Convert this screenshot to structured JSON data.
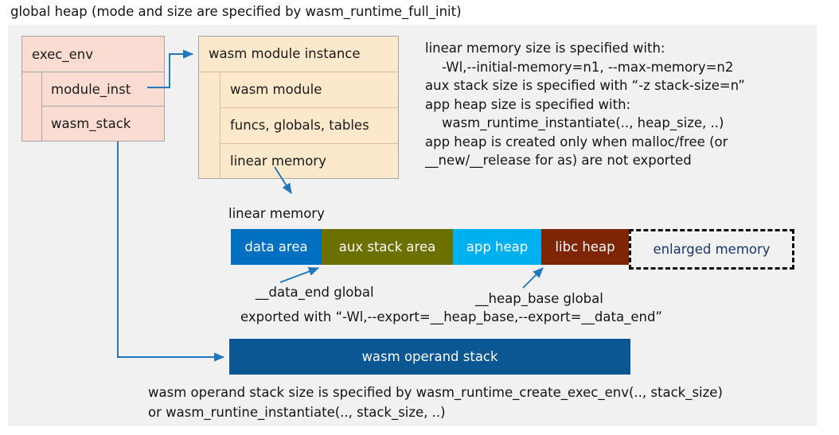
{
  "title": "global heap (mode and size are specified by wasm_runtime_full_init)",
  "exec_env": {
    "header": "exec_env",
    "rows": [
      {
        "label": "module_inst"
      },
      {
        "label": "wasm_stack"
      }
    ]
  },
  "wasm_module_instance": {
    "header": "wasm module instance",
    "rows": [
      {
        "label": "wasm module"
      },
      {
        "label": "funcs, globals, tables"
      },
      {
        "label": "linear memory"
      }
    ]
  },
  "notes": "linear memory size is specified with:\n    -Wl,--initial-memory=n1, --max-memory=n2\naux stack size is specified with “-z stack-size=n”\napp heap size is specified with:\n    wasm_runtime_instantiate(.., heap_size, ..)\napp heap is created only when malloc/free (or\n__new/__release for as) are not exported",
  "linear_memory": {
    "label": "linear memory",
    "segments": [
      {
        "label": "data area",
        "color": "#0270c0"
      },
      {
        "label": "aux stack area",
        "color": "#6b7001"
      },
      {
        "label": "app heap",
        "color": "#00b1f0"
      },
      {
        "label": "libc heap",
        "color": "#7e2506"
      },
      {
        "label": "enlarged memory",
        "color": "#f1f1f1"
      }
    ]
  },
  "annotations": {
    "data_end": "__data_end global",
    "heap_base": "__heap_base global",
    "exported_with": "exported with “-Wl,--export=__heap_base,--export=__data_end”"
  },
  "operand_stack": {
    "label": "wasm operand stack",
    "color": "#0b5794"
  },
  "bottom_notes": "wasm operand stack size is specified by wasm_runtime_create_exec_env(.., stack_size)\nor wasm_runtine_instantiate(.., stack_size, ..)",
  "colors": {
    "panel_background": "#f1f1f1",
    "exec_env_fill": "#fadcd2",
    "module_instance_fill": "#fce9cb",
    "arrow": "#1f77bc",
    "enlarged_memory_text": "#1a3668"
  }
}
